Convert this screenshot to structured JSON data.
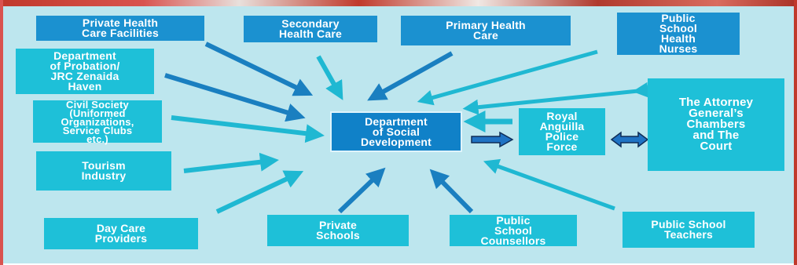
{
  "colors": {
    "panel": "#bde6ee",
    "box_blue": "#1b91d0",
    "box_teal": "#1ec0d8",
    "center": "#1081c8",
    "arrow_light": "#1fb8d2",
    "arrow_dark": "#1a7fc0",
    "arrow_navy": "#0f3d73"
  },
  "center": {
    "label": "Department\nof Social\nDevelopment"
  },
  "nodes": {
    "private_health": "Private Health\nCare Facilities",
    "secondary_health": "Secondary\nHealth Care",
    "primary_health": "Primary Health\nCare",
    "school_nurses": "Public\nSchool\nHealth\nNurses",
    "probation": "Department\nof Probation/\nJRC Zenaida\nHaven",
    "civil_society": "Civil Society\n(Uniformed\nOrganizations,\nService Clubs\netc.)",
    "tourism": "Tourism\nIndustry",
    "police": "Royal\nAnguilla\nPolice\nForce",
    "attorney": "The Attorney\nGeneral’s\nChambers\nand The\nCourt",
    "day_care": "Day Care\nProviders",
    "private_schools": "Private\nSchools",
    "counsellors": "Public\nSchool\nCounsellors",
    "teachers": "Public School\nTeachers"
  }
}
